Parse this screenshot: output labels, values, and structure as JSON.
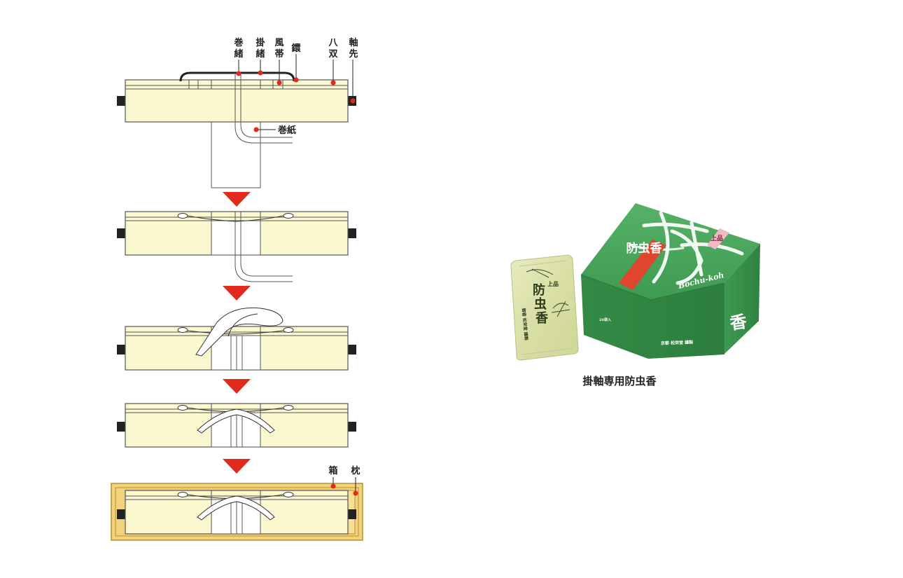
{
  "labels": {
    "makio": [
      "巻",
      "緒"
    ],
    "kakeo": [
      "掛",
      "緒"
    ],
    "futai": [
      "風",
      "帯"
    ],
    "kan": "鐶",
    "hassou": [
      "八",
      "双"
    ],
    "jikusaki": [
      "軸",
      "先"
    ],
    "makigami": "巻紙",
    "hako": "箱",
    "makura": "枕"
  },
  "product": {
    "caption": "掛軸専用防虫香",
    "packet_title": [
      "防",
      "虫",
      "香"
    ],
    "packet_grade": "上品",
    "packet_maker": "御香 松栄堂 謹製",
    "box_label": "防虫香",
    "box_grade": "上品",
    "box_romaji": "Bochu-koh",
    "box_maker": "京都 松栄堂 謹製",
    "box_side_char": "香",
    "box_tag": "20袋入"
  },
  "colors": {
    "scroll_fill": "#fbf8d0",
    "scroll_stroke": "#555555",
    "arrow": "#e02a1c",
    "marker": "#e02a1c",
    "box_fill": "#f2d27a",
    "box_stroke": "#b8902a",
    "packet": "#dfe4b0",
    "green_box": "#3f9a52"
  }
}
